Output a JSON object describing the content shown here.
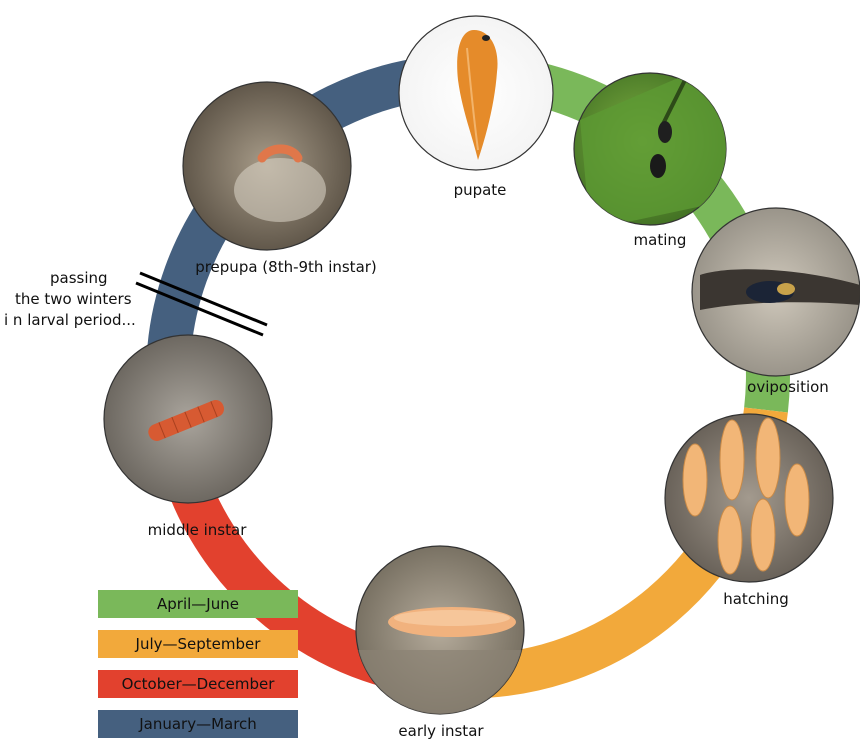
{
  "season_colors": {
    "spring": "#7ab85a",
    "summer": "#f2a93b",
    "autumn": "#e2412e",
    "winter": "#45607f"
  },
  "legend": [
    {
      "label": "April—June",
      "color": "#7ab85a"
    },
    {
      "label": "July—September",
      "color": "#f2a93b"
    },
    {
      "label": "October—December",
      "color": "#e2412e"
    },
    {
      "label": "January—March",
      "color": "#45607f"
    }
  ],
  "stages": {
    "pupate": "pupate",
    "mating": "mating",
    "oviposition": "oviposition",
    "hatching": "hatching",
    "early_instar": "early instar",
    "middle_instar": "middle instar",
    "prepupa": "prepupa (8th-9th instar)"
  },
  "note": {
    "line1": "passing",
    "line2": "the two winters",
    "line3": "i n larval period..."
  }
}
